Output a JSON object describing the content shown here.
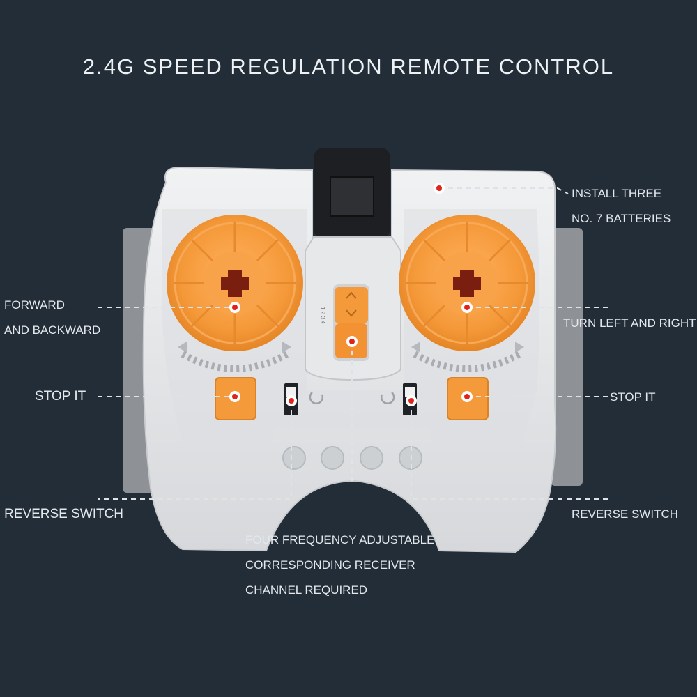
{
  "title": "2.4G SPEED REGULATION REMOTE CONTROL",
  "labels": {
    "batteries_1": "INSTALL THREE",
    "batteries_2": "NO. 7 BATTERIES",
    "forward_1": "FORWARD",
    "forward_2": "AND BACKWARD",
    "turn": "TURN LEFT AND RIGHT",
    "stop_left": "STOP IT",
    "stop_right": "STOP IT",
    "reverse_left": "REVERSE SWITCH",
    "reverse_right": "REVERSE SWITCH",
    "freq_1": "FOUR FREQUENCY ADJUSTABLE,",
    "freq_2": "CORRESPONDING RECEIVER",
    "freq_3": "CHANNEL REQUIRED"
  },
  "channel_marks": "1 2 3 4",
  "colors": {
    "background": "#222d38",
    "body": "#e5e6e8",
    "dial": "#f59a3a",
    "marker": "#e2231a"
  }
}
